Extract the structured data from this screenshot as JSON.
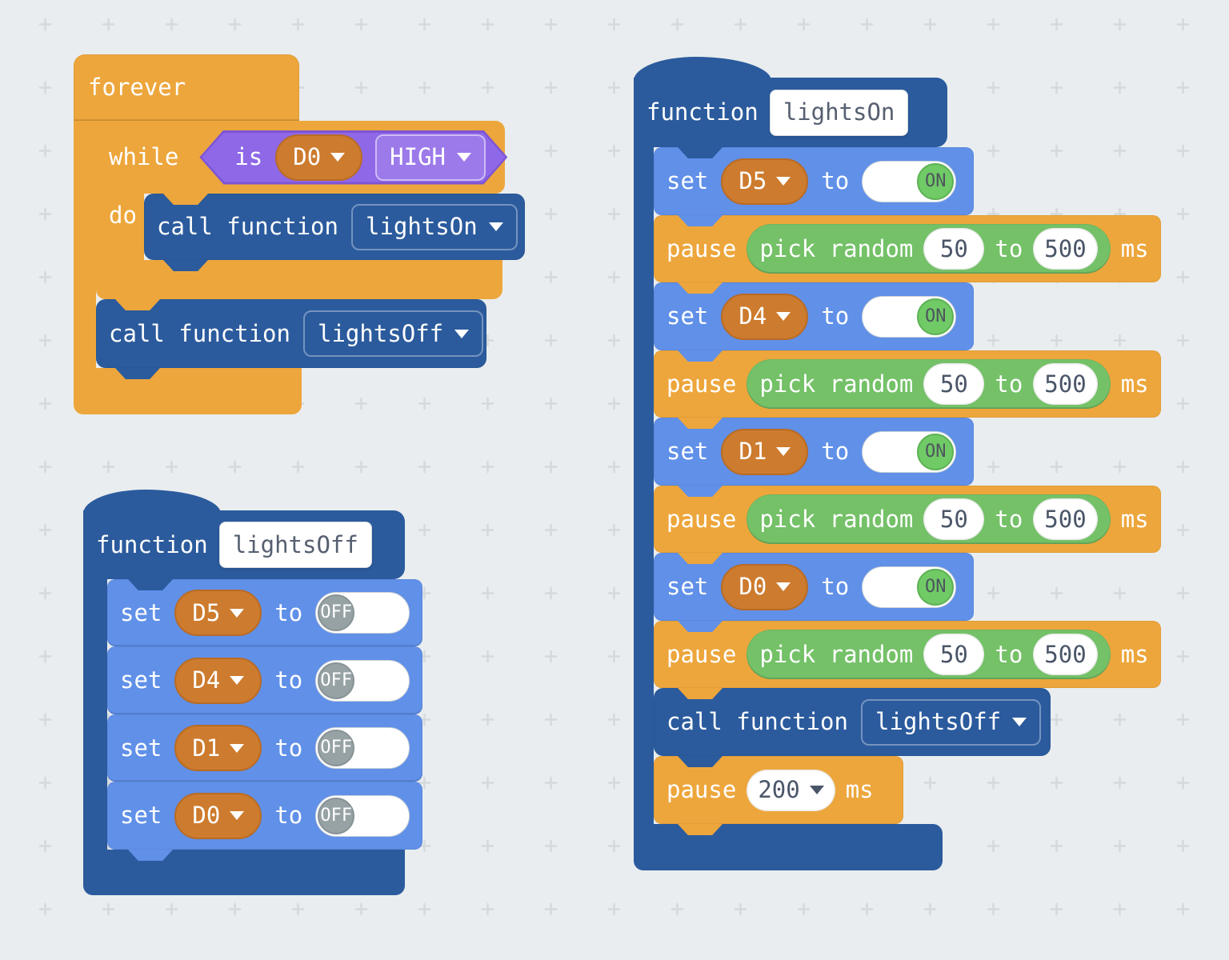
{
  "colors": {
    "background": "#e9edef",
    "grid_cross": "#d4d9dc",
    "loops_orange": "#eda63c",
    "functions_dark_blue": "#2b5b9d",
    "pins_light_blue": "#6090e8",
    "logic_purple": "#8f68e8",
    "logic_purple_border": "#7d55d4",
    "pin_pill_orange": "#cd7b2e",
    "random_green": "#74c168",
    "toggle_on_green": "#70ca66",
    "toggle_off_gray": "#97a2a5",
    "value_text": "#4a5568"
  },
  "forever_block": {
    "label": "forever"
  },
  "while_block": {
    "while_label": "while",
    "do_label": "do",
    "condition": {
      "is_label": "is",
      "pin": "D0",
      "level": "HIGH"
    },
    "body_call": {
      "label": "call function",
      "function_name": "lightsOn"
    }
  },
  "call_lights_off_block": {
    "label": "call function",
    "function_name": "lightsOff"
  },
  "fn_lights_off": {
    "keyword": "function",
    "name": "lightsOff",
    "rows": [
      {
        "set_label": "set",
        "pin": "D5",
        "to_label": "to",
        "state": "OFF"
      },
      {
        "set_label": "set",
        "pin": "D4",
        "to_label": "to",
        "state": "OFF"
      },
      {
        "set_label": "set",
        "pin": "D1",
        "to_label": "to",
        "state": "OFF"
      },
      {
        "set_label": "set",
        "pin": "D0",
        "to_label": "to",
        "state": "OFF"
      }
    ]
  },
  "fn_lights_on": {
    "keyword": "function",
    "name": "lightsOn",
    "rows": [
      {
        "type": "set",
        "set_label": "set",
        "pin": "D5",
        "to_label": "to",
        "state": "ON"
      },
      {
        "type": "pause_random",
        "pause_label": "pause",
        "pick_label": "pick random",
        "min": "50",
        "to_label": "to",
        "max": "500",
        "ms_label": "ms"
      },
      {
        "type": "set",
        "set_label": "set",
        "pin": "D4",
        "to_label": "to",
        "state": "ON"
      },
      {
        "type": "pause_random",
        "pause_label": "pause",
        "pick_label": "pick random",
        "min": "50",
        "to_label": "to",
        "max": "500",
        "ms_label": "ms"
      },
      {
        "type": "set",
        "set_label": "set",
        "pin": "D1",
        "to_label": "to",
        "state": "ON"
      },
      {
        "type": "pause_random",
        "pause_label": "pause",
        "pick_label": "pick random",
        "min": "50",
        "to_label": "to",
        "max": "500",
        "ms_label": "ms"
      },
      {
        "type": "set",
        "set_label": "set",
        "pin": "D0",
        "to_label": "to",
        "state": "ON"
      },
      {
        "type": "pause_random",
        "pause_label": "pause",
        "pick_label": "pick random",
        "min": "50",
        "to_label": "to",
        "max": "500",
        "ms_label": "ms"
      },
      {
        "type": "call",
        "label": "call function",
        "function_name": "lightsOff"
      },
      {
        "type": "pause",
        "pause_label": "pause",
        "value": "200",
        "ms_label": "ms"
      }
    ]
  }
}
